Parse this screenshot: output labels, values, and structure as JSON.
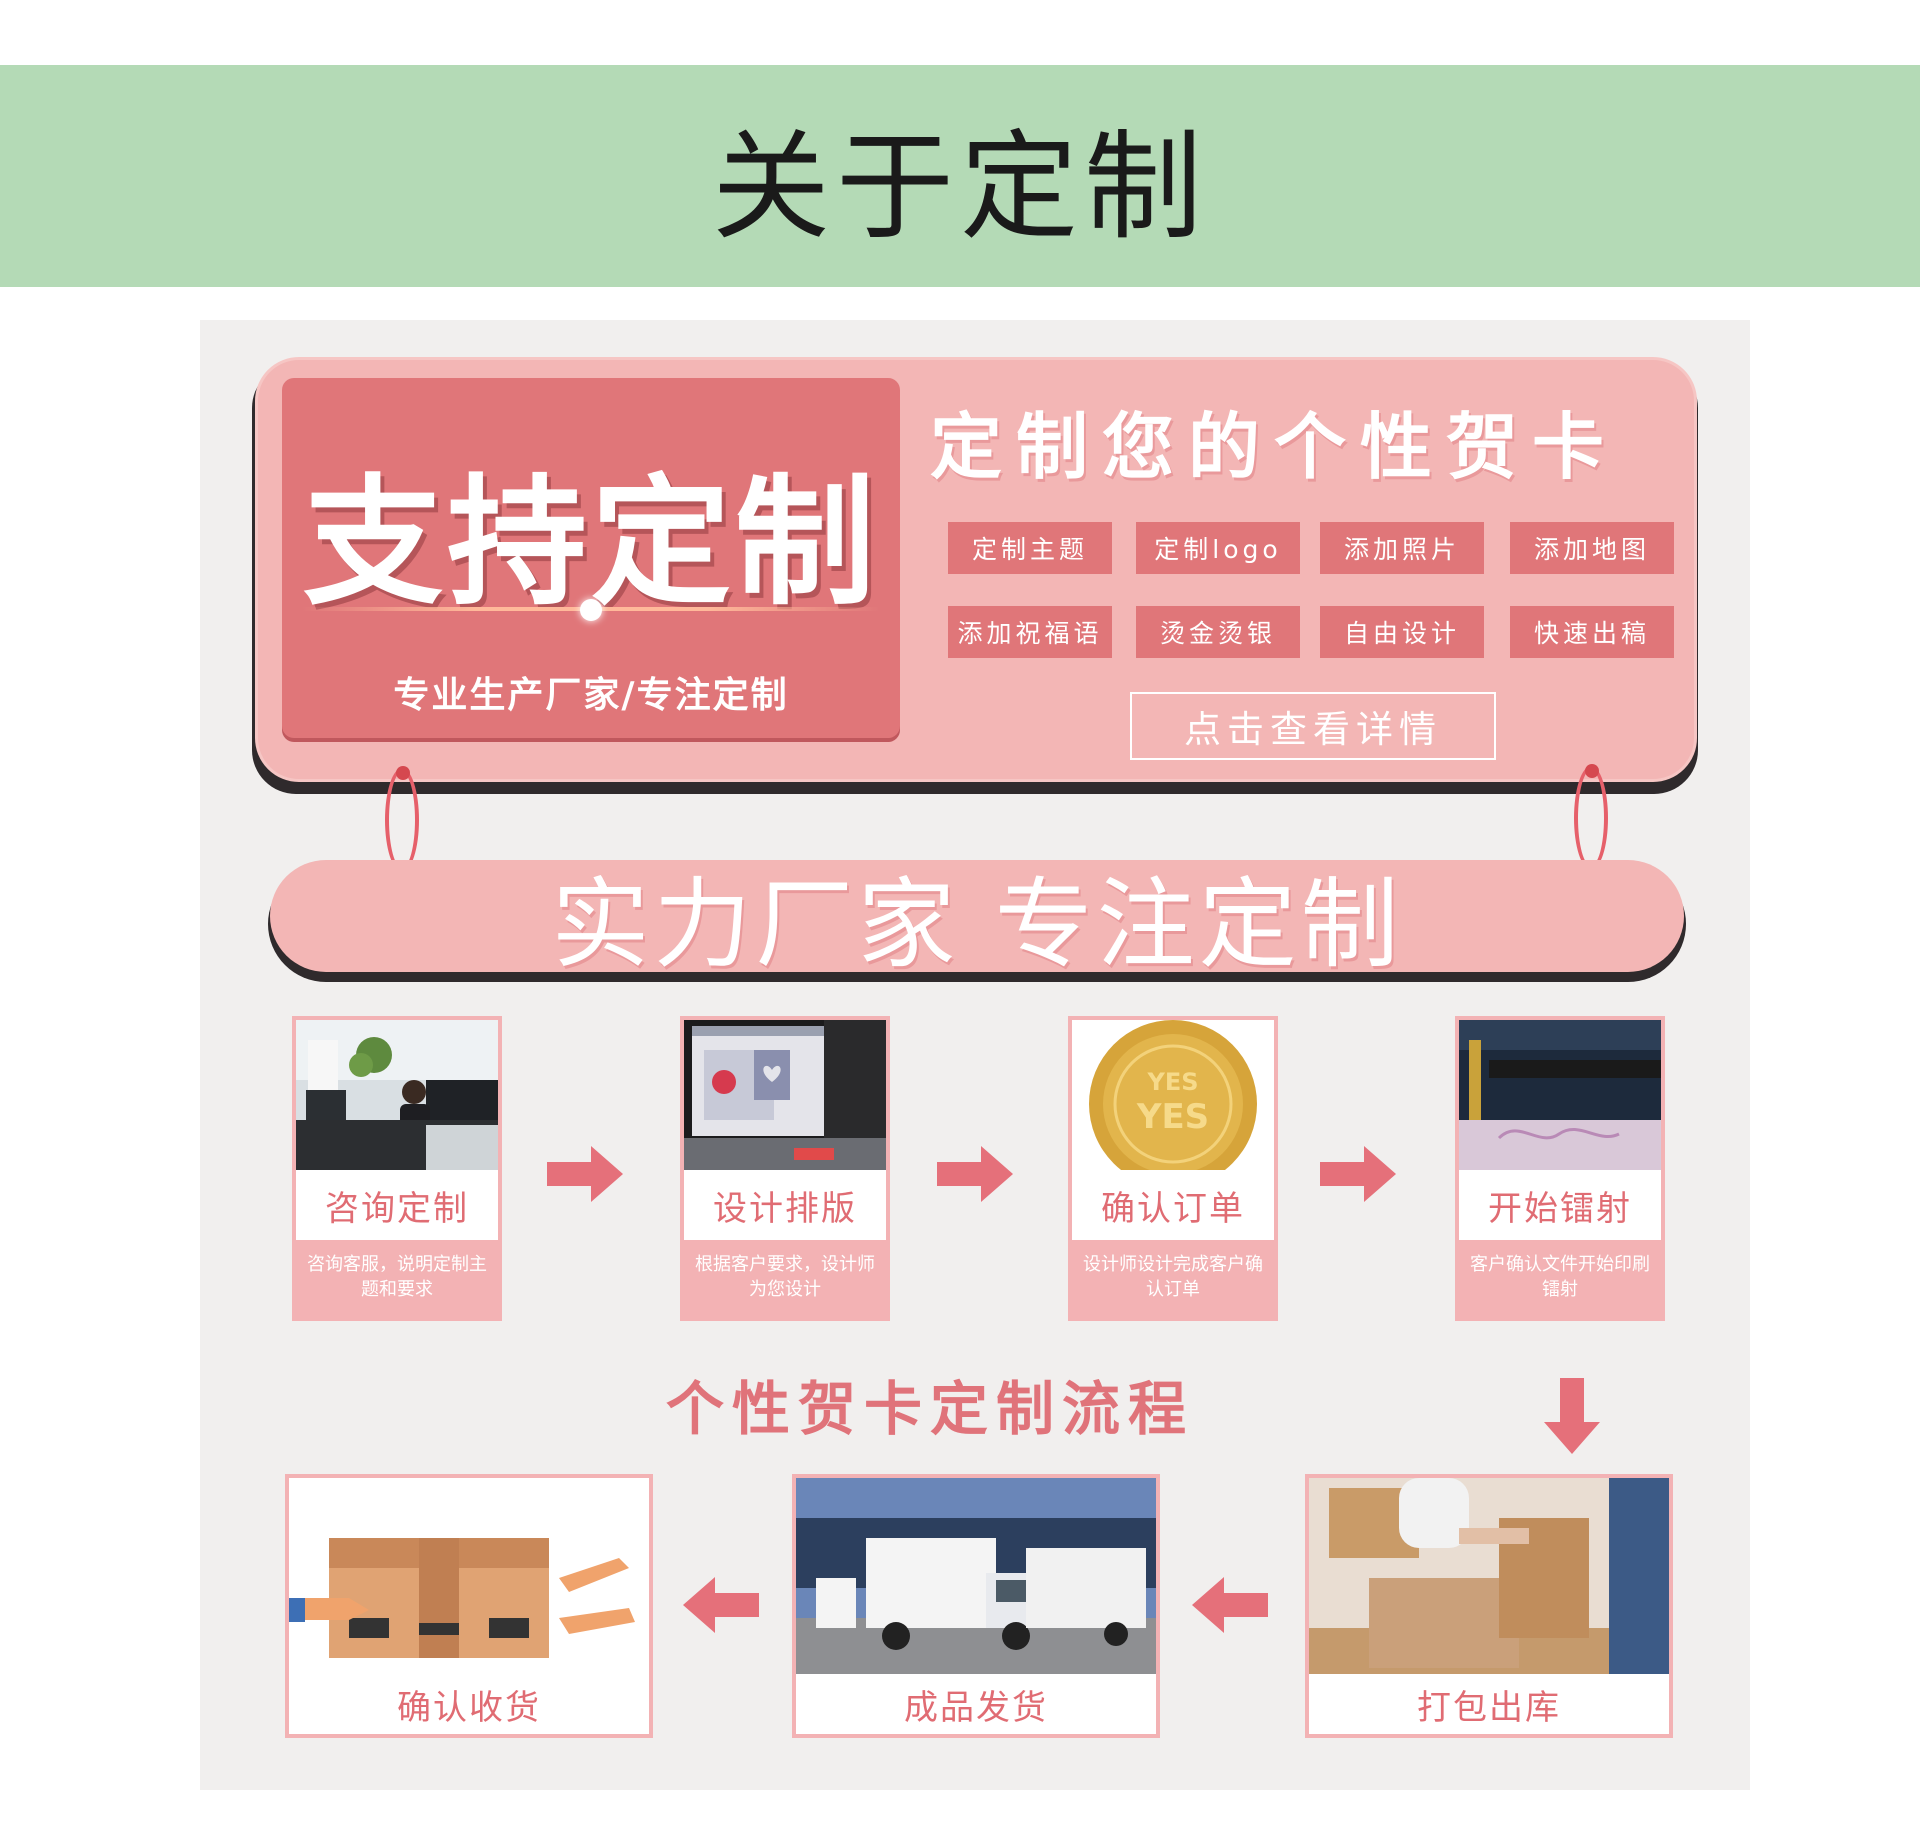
{
  "header": {
    "title": "关于定制"
  },
  "sign": {
    "support_title": "支持定制",
    "support_sub": "专业生产厂家/专注定制",
    "custom_title": "定制您的个性贺卡",
    "tags": [
      "定制主题",
      "定制logo",
      "添加照片",
      "添加地图",
      "添加祝福语",
      "烫金烫银",
      "自由设计",
      "快速出稿"
    ],
    "view_button": "点击查看详情"
  },
  "banner": {
    "text": "实力厂家 专注定制"
  },
  "steps": [
    {
      "label": "咨询定制",
      "desc": "咨询客服，说明定制主题和要求"
    },
    {
      "label": "设计排版",
      "desc": "根据客户要求，设计师为您设计"
    },
    {
      "label": "确认订单",
      "desc": "设计师设计完成客户确认订单",
      "seal_text": "YES"
    },
    {
      "label": "开始镭射",
      "desc": "客户确认文件开始印刷镭射"
    }
  ],
  "process_title": "个性贺卡定制流程",
  "bottom_steps": [
    {
      "label": "打包出库"
    },
    {
      "label": "成品发货"
    },
    {
      "label": "确认收货"
    }
  ],
  "colors": {
    "header_band": "#b4dab6",
    "sign_pink": "#f3b6b5",
    "accent_red": "#e07679",
    "arrow": "#e5707a"
  }
}
